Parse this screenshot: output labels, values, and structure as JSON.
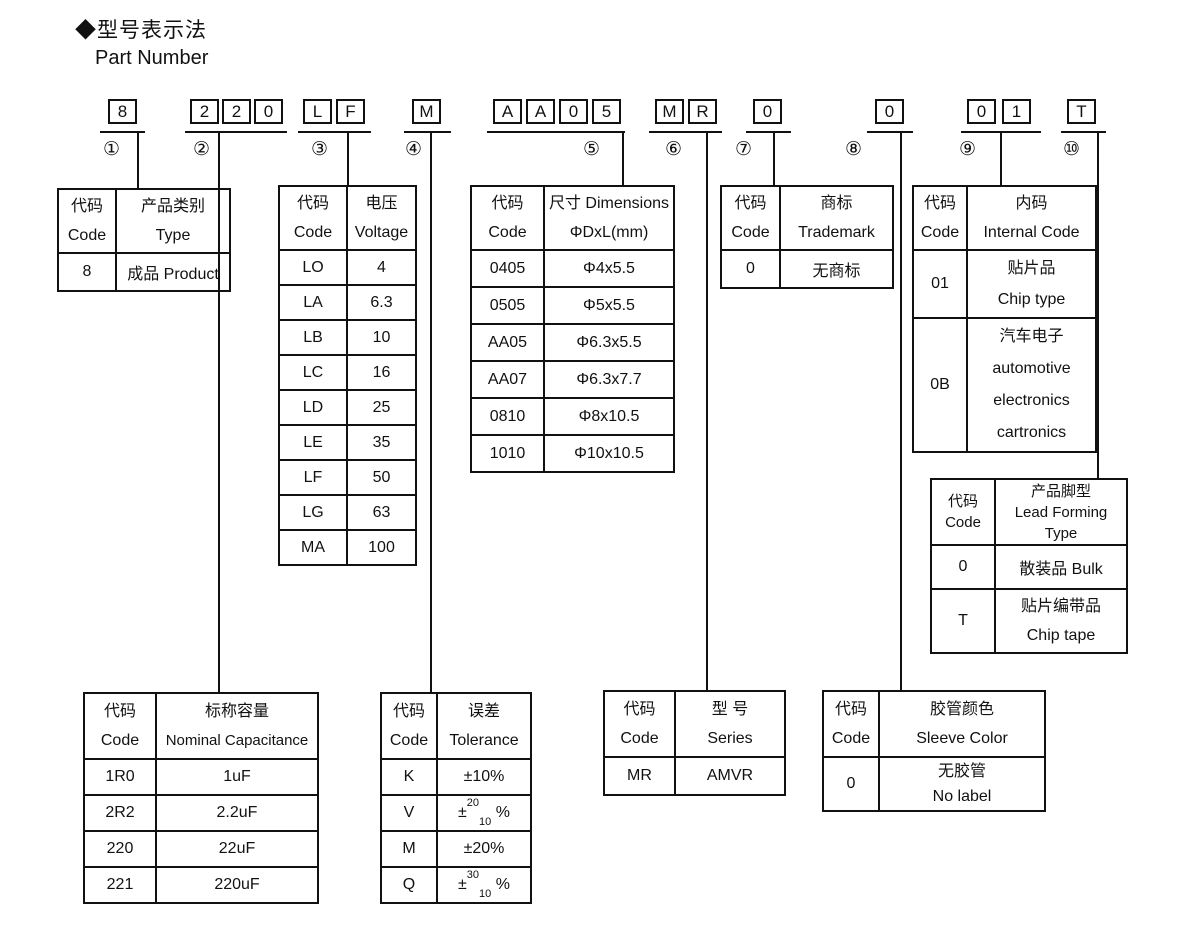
{
  "title": {
    "zh": "◆型号表示法",
    "en": "Part Number"
  },
  "part_number": {
    "segments": [
      {
        "marker": "①",
        "chars": [
          "8"
        ]
      },
      {
        "marker": "②",
        "chars": [
          "2",
          "2",
          "0"
        ]
      },
      {
        "marker": "③",
        "chars": [
          "L",
          "F"
        ]
      },
      {
        "marker": "④",
        "chars": [
          "M"
        ]
      },
      {
        "marker": "⑤",
        "chars": [
          "A",
          "A",
          "0",
          "5"
        ]
      },
      {
        "marker": "⑥",
        "chars": [
          "M",
          "R"
        ]
      },
      {
        "marker": "⑦",
        "chars": [
          "0"
        ]
      },
      {
        "marker": "⑧",
        "chars": [
          "0"
        ]
      },
      {
        "marker": "⑨",
        "chars": [
          "0",
          "1"
        ]
      },
      {
        "marker": "⑩",
        "chars": [
          "T"
        ]
      }
    ]
  },
  "tables": {
    "product": {
      "h_code_zh": "代码",
      "h_code_en": "Code",
      "h_val_zh": "产品类别",
      "h_val_en": "Type",
      "rows": [
        {
          "code": "8",
          "val": "成品 Product"
        }
      ]
    },
    "capacitance": {
      "h_code_zh": "代码",
      "h_code_en": "Code",
      "h_val_zh": "标称容量",
      "h_val_en": "Nominal Capacitance",
      "rows": [
        {
          "code": "1R0",
          "val": "1uF"
        },
        {
          "code": "2R2",
          "val": "2.2uF"
        },
        {
          "code": "220",
          "val": "22uF"
        },
        {
          "code": "221",
          "val": "220uF"
        }
      ]
    },
    "voltage": {
      "h_code_zh": "代码",
      "h_code_en": "Code",
      "h_val_zh": "电压",
      "h_val_en": "Voltage",
      "rows": [
        {
          "code": "LO",
          "val": "4"
        },
        {
          "code": "LA",
          "val": "6.3"
        },
        {
          "code": "LB",
          "val": "10"
        },
        {
          "code": "LC",
          "val": "16"
        },
        {
          "code": "LD",
          "val": "25"
        },
        {
          "code": "LE",
          "val": "35"
        },
        {
          "code": "LF",
          "val": "50"
        },
        {
          "code": "LG",
          "val": "63"
        },
        {
          "code": "MA",
          "val": "100"
        }
      ]
    },
    "tolerance": {
      "h_code_zh": "代码",
      "h_code_en": "Code",
      "h_val_zh": "误差",
      "h_val_en": "Tolerance",
      "rows": [
        {
          "code": "K",
          "prefix": "±10%",
          "sup": "",
          "sub": "",
          "suffix": ""
        },
        {
          "code": "V",
          "prefix": "±",
          "sup": "20",
          "sub": "10",
          "suffix": " %"
        },
        {
          "code": "M",
          "prefix": "±20%",
          "sup": "",
          "sub": "",
          "suffix": ""
        },
        {
          "code": "Q",
          "prefix": "±",
          "sup": "30",
          "sub": "10",
          "suffix": " %"
        }
      ]
    },
    "dimensions": {
      "h_code_zh": "代码",
      "h_code_en": "Code",
      "h_val_zh": "尺寸 Dimensions",
      "h_val_en": "ΦDxL(mm)",
      "rows": [
        {
          "code": "0405",
          "val": "Φ4x5.5"
        },
        {
          "code": "0505",
          "val": "Φ5x5.5"
        },
        {
          "code": "AA05",
          "val": "Φ6.3x5.5"
        },
        {
          "code": "AA07",
          "val": "Φ6.3x7.7"
        },
        {
          "code": "0810",
          "val": "Φ8x10.5"
        },
        {
          "code": "1010",
          "val": "Φ10x10.5"
        }
      ]
    },
    "series": {
      "h_code_zh": "代码",
      "h_code_en": "Code",
      "h_val_zh": "型 号",
      "h_val_en": "Series",
      "rows": [
        {
          "code": "MR",
          "val": "AMVR"
        }
      ]
    },
    "trademark": {
      "h_code_zh": "代码",
      "h_code_en": "Code",
      "h_val_zh": "商标",
      "h_val_en": "Trademark",
      "rows": [
        {
          "code": "0",
          "val": "无商标"
        }
      ]
    },
    "sleeve": {
      "h_code_zh": "代码",
      "h_code_en": "Code",
      "h_val_zh": "胶管颜色",
      "h_val_en": "Sleeve Color",
      "rows": [
        {
          "code": "0",
          "line1": "无胶管",
          "line2": "No label"
        }
      ]
    },
    "internal": {
      "h_code_zh": "代码",
      "h_code_en": "Code",
      "h_val_zh": "内码",
      "h_val_en": "Internal Code",
      "rows": [
        {
          "code": "01",
          "lines": [
            "贴片品",
            "Chip type"
          ]
        },
        {
          "code": "0B",
          "lines": [
            "汽车电子",
            "automotive",
            "electronics",
            "cartronics"
          ]
        }
      ]
    },
    "lead": {
      "h_code_zh": "代码",
      "h_code_en": "Code",
      "h_val_l1": "产品脚型",
      "h_val_l2": "Lead Forming",
      "h_val_l3": "Type",
      "rows": [
        {
          "code": "0",
          "lines": [
            "散装品 Bulk"
          ]
        },
        {
          "code": "T",
          "lines": [
            "贴片编带品",
            "Chip tape"
          ]
        }
      ]
    }
  }
}
